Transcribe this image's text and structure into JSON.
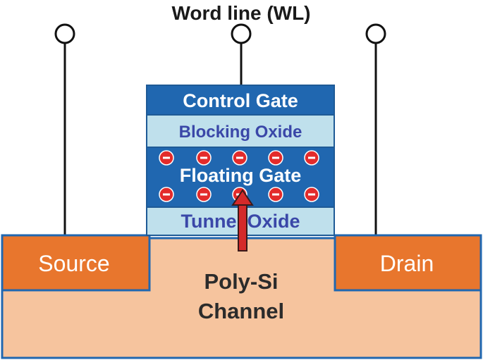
{
  "title": "Word line (WL)",
  "layers": {
    "control_gate": "Control Gate",
    "blocking_oxide": "Blocking Oxide",
    "floating_gate": "Floating Gate",
    "tunnel_oxide": "Tunnel Oxide"
  },
  "regions": {
    "source": "Source",
    "drain": "Drain",
    "channel_line1": "Poly-Si",
    "channel_line2": "Channel"
  },
  "charge_symbol": "-",
  "colors": {
    "gate_blue": "#2067b0",
    "oxide_light": "#bfe0ec",
    "source_drain": "#e8762d",
    "channel": "#f6c49e",
    "electron": "#e32b2b",
    "arrow": "#d42a2a",
    "outline": "#1e5a96"
  }
}
